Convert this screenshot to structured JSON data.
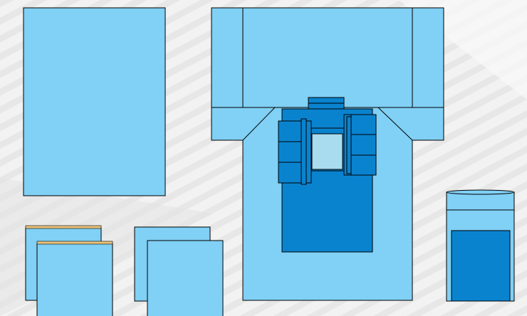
{
  "colors": {
    "background": "#f2f2f2",
    "stripe": "#e6e6e6",
    "light_blue": "#81d0f5",
    "dark_blue": "#0a83cf",
    "pale_cyan": "#a9dcef",
    "outline": "#000000",
    "tape": "#e8c27a"
  },
  "components": [
    "sheet-drape",
    "gown-drape",
    "towel-stack-with-tape",
    "towel-stack",
    "fenestrated-drape",
    "instrument-pouches",
    "supply-container"
  ]
}
